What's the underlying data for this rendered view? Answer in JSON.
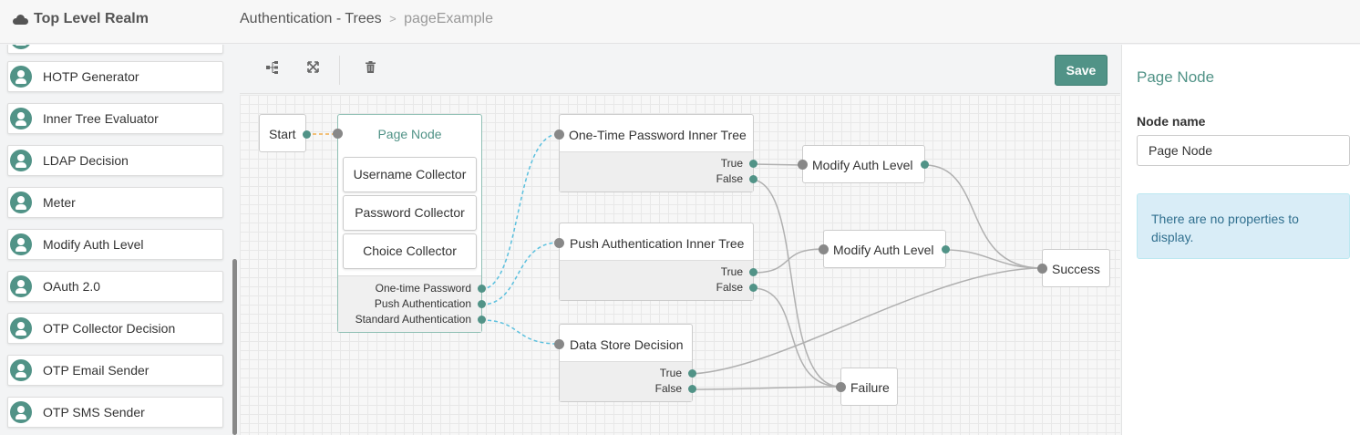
{
  "header": {
    "realm": "Top Level Realm",
    "breadcrumb_parent": "Authentication - Trees",
    "breadcrumb_separator": ">",
    "breadcrumb_current": "pageExample"
  },
  "sidebar": {
    "items": [
      {
        "label": "HOTP Generator"
      },
      {
        "label": "Inner Tree Evaluator"
      },
      {
        "label": "LDAP Decision"
      },
      {
        "label": "Meter"
      },
      {
        "label": "Modify Auth Level"
      },
      {
        "label": "OAuth 2.0"
      },
      {
        "label": "OTP Collector Decision"
      },
      {
        "label": "OTP Email Sender"
      },
      {
        "label": "OTP SMS Sender"
      }
    ]
  },
  "toolbar": {
    "save_label": "Save",
    "icons": [
      "tree-layout-icon",
      "fullscreen-icon",
      "trash-icon"
    ]
  },
  "canvas": {
    "start": "Start",
    "page_node": {
      "title": "Page Node",
      "children": [
        "Username Collector",
        "Password Collector",
        "Choice Collector"
      ],
      "outcomes": [
        "One-time Password",
        "Push Authentication",
        "Standard Authentication"
      ]
    },
    "otp_tree": {
      "title": "One-Time Password Inner Tree",
      "outcomes": [
        "True",
        "False"
      ]
    },
    "push_tree": {
      "title": "Push Authentication Inner Tree",
      "outcomes": [
        "True",
        "False"
      ]
    },
    "data_store": {
      "title": "Data Store Decision",
      "outcomes": [
        "True",
        "False"
      ]
    },
    "modify_auth_1": {
      "title": "Modify Auth Level"
    },
    "modify_auth_2": {
      "title": "Modify Auth Level"
    },
    "success": "Success",
    "failure": "Failure"
  },
  "panel": {
    "title": "Page Node",
    "field_label": "Node name",
    "node_name_value": "Page Node",
    "info": "There are no properties to display."
  },
  "colors": {
    "accent": "#519387",
    "port": "#888888",
    "wire": "#b0b0b0",
    "dashed_wire": "#5bc0de",
    "start_wire": "#f0ad4e",
    "info_bg": "#d9edf7",
    "info_text": "#31708f"
  }
}
